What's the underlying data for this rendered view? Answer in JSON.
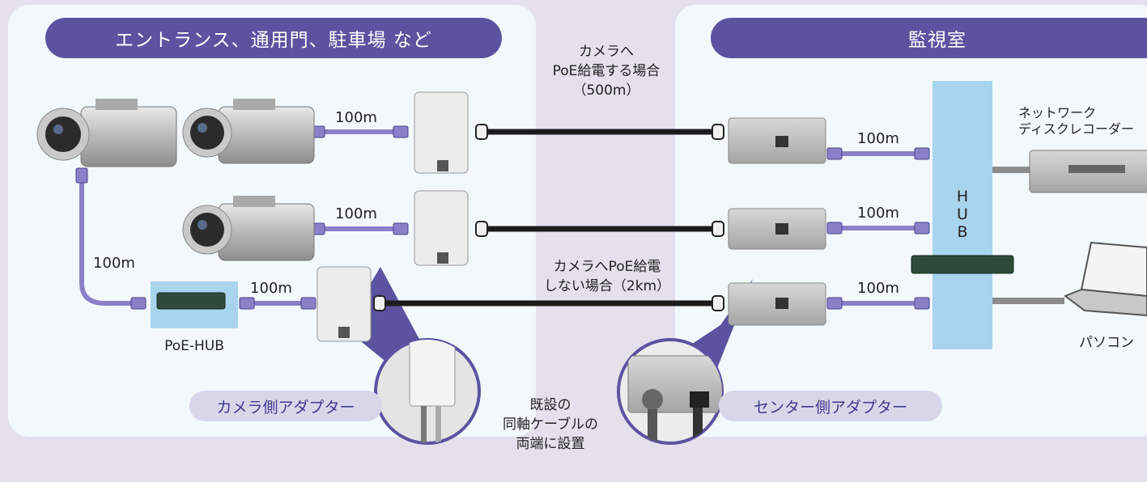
{
  "left_area": {
    "title": "エントランス、通用門、駐車場 など"
  },
  "right_area": {
    "title": "監視室"
  },
  "labels": {
    "poe_cam": "カメラへ\nPoE給電する場合\n（500m）",
    "no_poe": "カメラへPoE給電\nしない場合（2km）",
    "dist_1": "100m",
    "dist_2": "100m",
    "dist_3": "100m",
    "dist_4": "100m",
    "dist_5": "100m",
    "dist_6": "100m",
    "dist_7": "100m",
    "poe_hub": "PoE-HUB",
    "hub": "H\nU\nB",
    "nas": "ネットワーク\nディスクレコーダー",
    "pc": "パソコン",
    "coax": "既設の\n同軸ケーブルの\n両端に設置",
    "camera_adapter": "カメラ側アダプター",
    "center_adapter": "センター側アダプター"
  },
  "colors": {
    "header": "#5b53a0",
    "cable_purple": "#8a80c8",
    "cable_black": "#1c1c1c",
    "hub": "#a8d4ee",
    "panel": "#f3f8fc",
    "background": "#e4e0ec"
  }
}
